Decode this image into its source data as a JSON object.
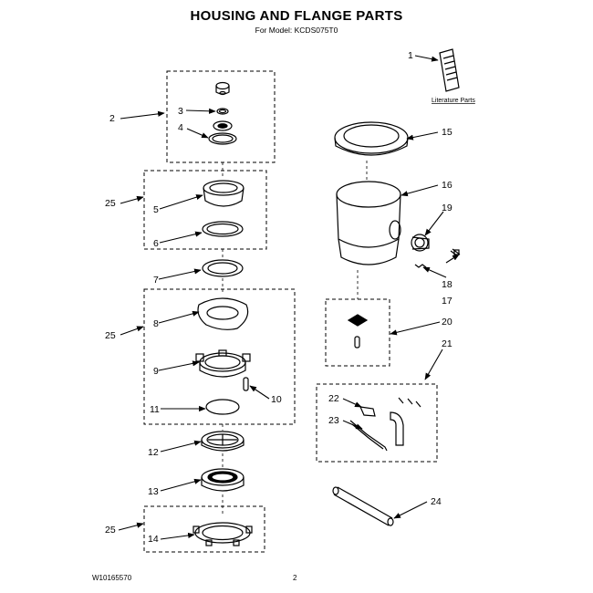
{
  "header": {
    "title": "HOUSING AND FLANGE PARTS",
    "subtitle": "For Model: KCDS075T0"
  },
  "footer": {
    "doc_number": "W10165570",
    "page_number": "2"
  },
  "callouts": {
    "c1": "1",
    "c2": "2",
    "c3": "3",
    "c4": "4",
    "c5": "5",
    "c6": "6",
    "c7": "7",
    "c8": "8",
    "c9": "9",
    "c10": "10",
    "c11": "11",
    "c12": "12",
    "c13": "13",
    "c14": "14",
    "c15": "15",
    "c16": "16",
    "c17": "17",
    "c18": "18",
    "c19": "19",
    "c20": "20",
    "c21": "21",
    "c22": "22",
    "c23": "23",
    "c24": "24",
    "c25a": "25",
    "c25b": "25",
    "c25c": "25"
  },
  "literature_label": "Literature Parts"
}
